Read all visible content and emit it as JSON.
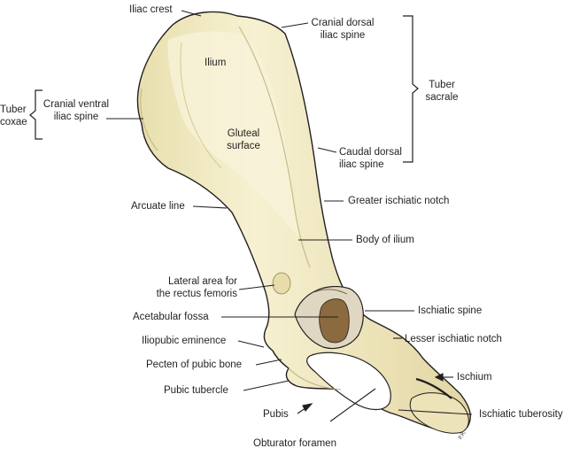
{
  "labels": {
    "iliac_crest": "Iliac crest",
    "cranial_dorsal_iliac_spine_1": "Cranial dorsal",
    "cranial_dorsal_iliac_spine_2": "iliac spine",
    "ilium": "Ilium",
    "tuber_sacrale_1": "Tuber",
    "tuber_sacrale_2": "sacrale",
    "tuber_coxae_1": "Tuber",
    "tuber_coxae_2": "coxae",
    "cranial_ventral_iliac_spine_1": "Cranial ventral",
    "cranial_ventral_iliac_spine_2": "iliac spine",
    "gluteal_surface_1": "Gluteal",
    "gluteal_surface_2": "surface",
    "caudal_dorsal_iliac_spine_1": "Caudal dorsal",
    "caudal_dorsal_iliac_spine_2": "iliac spine",
    "arcuate_line": "Arcuate line",
    "greater_ischiatic_notch": "Greater ischiatic notch",
    "body_of_ilium": "Body of ilium",
    "lateral_area_1": "Lateral area for",
    "lateral_area_2": "the rectus femoris",
    "acetabular_fossa": "Acetabular fossa",
    "ischiatic_spine": "Ischiatic spine",
    "iliopubic_eminence": "Iliopubic eminence",
    "lesser_ischiatic_notch": "Lesser ischiatic notch",
    "pecten_of_pubic_bone": "Pecten of pubic bone",
    "ischium": "Ischium",
    "pubic_tubercle": "Pubic tubercle",
    "pubis": "Pubis",
    "ischiatic_tuberosity": "Ischiatic tuberosity",
    "obturator_foramen": "Obturator foramen"
  },
  "signature": "P.R.",
  "colors": {
    "bone": "#f3ecc4",
    "bone_shadow": "#d9cd98",
    "bone_outline": "#231f20",
    "fossa": "#8a6a3e",
    "lunate": "#e4dcc6",
    "leader": "#231f20"
  }
}
